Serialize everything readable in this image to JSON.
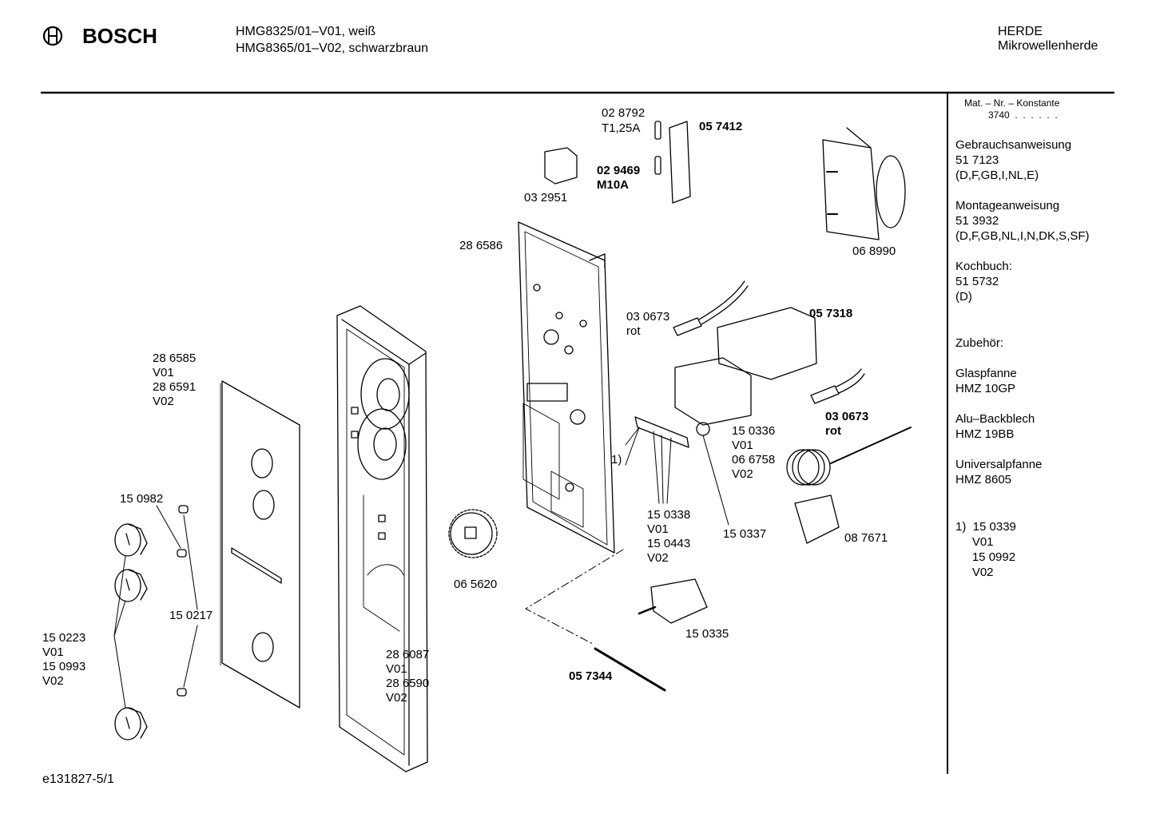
{
  "header": {
    "brand": "BOSCH",
    "model_line_1": "HMG8325/01–V01, weiß",
    "model_line_2": "HMG8365/01–V02, schwarzbraun",
    "category": "HERDE",
    "subcategory": "Mikrowellenherde"
  },
  "sidebar": {
    "mat_heading": "Mat. – Nr. – Konstante",
    "mat_value": "3740  .  .  .  .  .  .",
    "gebrauch_title": "Gebrauchsanweisung",
    "gebrauch_nr": "51 7123",
    "gebrauch_lang": "(D,F,GB,I,NL,E)",
    "montage_title": "Montageanweisung",
    "montage_nr": "51 3932",
    "montage_lang": "(D,F,GB,NL,I,N,DK,S,SF)",
    "koch_title": "Kochbuch:",
    "koch_nr": "51 5732",
    "koch_lang": "(D)",
    "zubehoer_title": "Zubehör:",
    "glas_title": "Glaspfanne",
    "glas_nr": "HMZ 10GP",
    "alu_title": "Alu–Backblech",
    "alu_nr": "HMZ 19BB",
    "universal_title": "Universalpfanne",
    "universal_nr": "HMZ 8605",
    "footnote": "1)  15 0339\n     V01\n     15 0992\n     V02"
  },
  "labels": {
    "p028792": "02 8792",
    "pT125A": "T1,25A",
    "p057412": "05 7412",
    "p029469": "02 9469",
    "pM10A": "M10A",
    "p032951": "03 2951",
    "p068990": "06 8990",
    "p286586": "28 6586",
    "p030673a": "03 0673\nrot",
    "p057318": "05 7318",
    "p286585": "28 6585\nV01\n28 6591\nV02",
    "p030673b": "03 0673\nrot",
    "p150336": "15 0336\nV01\n06 6758\nV02",
    "p1note": "1)",
    "p150982": "15 0982",
    "p150338": "15 0338\nV01\n15 0443\nV02",
    "p150337": "15 0337",
    "p087671": "08 7671",
    "p065620": "06 5620",
    "p150217": "15 0217",
    "p150223": "15 0223\nV01\n15 0993\nV02",
    "p286087": "28 6087\nV01\n28 6590\nV02",
    "p150335": "15 0335",
    "p057344": "05 7344"
  },
  "footer": {
    "doc_id": "e131827-5/1"
  }
}
